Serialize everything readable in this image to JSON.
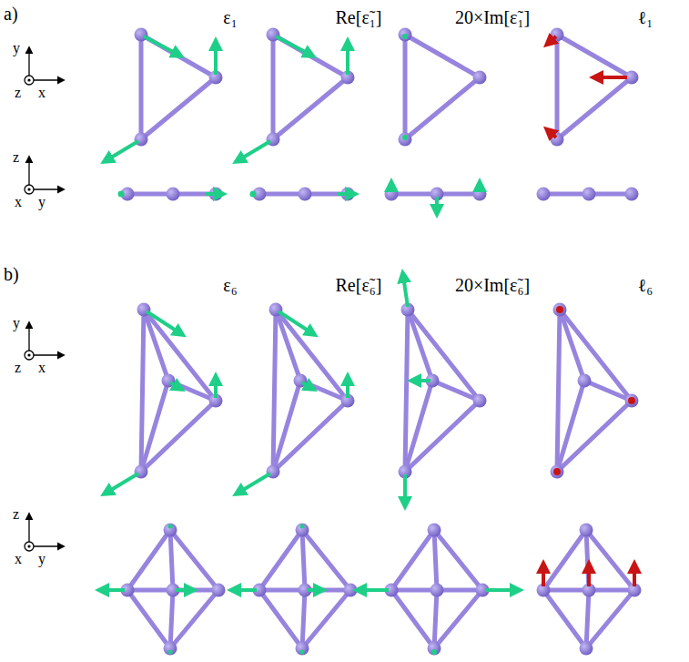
{
  "diagram": {
    "labels": [
      "a)",
      "ε₁",
      "Re[ε̃₁]",
      "20×Im[ε̃₁]",
      "ℓ₁",
      "y",
      "z",
      "x",
      "z",
      "x",
      "y",
      "b)",
      "ε₆",
      "Re[ε̃₆]",
      "20×Im[ε̃₆]",
      "ℓ₆",
      "y",
      "z",
      "x",
      "z",
      "x",
      "y"
    ]
  }
}
